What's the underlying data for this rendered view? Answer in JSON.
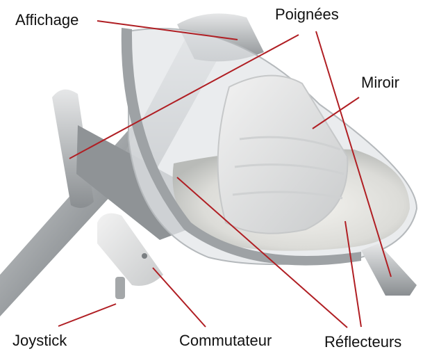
{
  "labels": {
    "affichage": "Affichage",
    "poignees": "Poignées",
    "miroir": "Miroir",
    "joystick": "Joystick",
    "commutateur": "Commutateur",
    "reflecteurs": "Réflecteurs"
  },
  "colors": {
    "leader_line": "#b01e23",
    "label_text": "#111111",
    "background": "#ffffff"
  }
}
